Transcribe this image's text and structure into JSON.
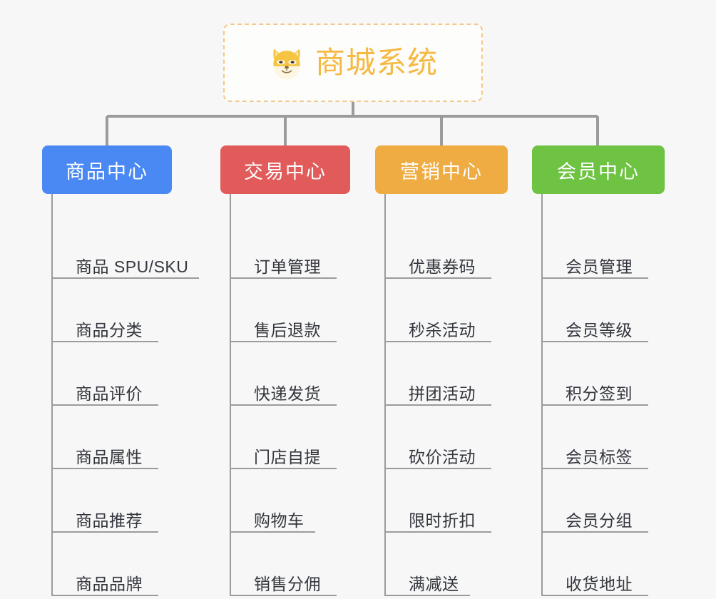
{
  "diagram": {
    "type": "org-tree",
    "background_color": "#f7f7f7",
    "root": {
      "title": "商城系统",
      "icon": "shiba-dog-face-icon",
      "border_color": "#f2c98a",
      "text_color": "#f5b942"
    },
    "branches": [
      {
        "label": "商品中心",
        "color": "#4a89f3",
        "items": [
          "商品 SPU/SKU",
          "商品分类",
          "商品评价",
          "商品属性",
          "商品推荐",
          "商品品牌"
        ]
      },
      {
        "label": "交易中心",
        "color": "#e15b5b",
        "items": [
          "订单管理",
          "售后退款",
          "快递发货",
          "门店自提",
          "购物车",
          "销售分佣"
        ]
      },
      {
        "label": "营销中心",
        "color": "#eeac42",
        "items": [
          "优惠券码",
          "秒杀活动",
          "拼团活动",
          "砍价活动",
          "限时折扣",
          "满减送"
        ]
      },
      {
        "label": "会员中心",
        "color": "#6ec343",
        "items": [
          "会员管理",
          "会员等级",
          "积分签到",
          "会员标签",
          "会员分组",
          "收货地址"
        ]
      }
    ],
    "connector_color": "#9b9b9b"
  }
}
